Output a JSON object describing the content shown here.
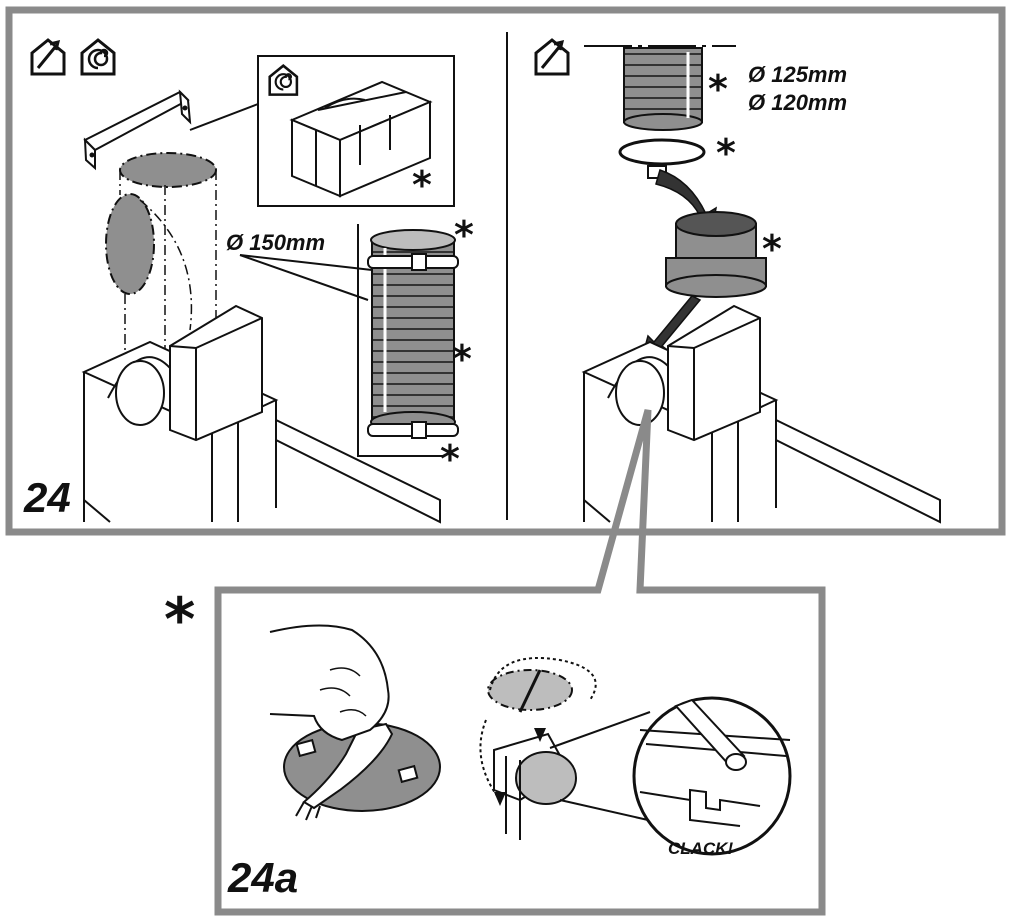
{
  "step_main": "24",
  "step_detail": "24a",
  "duct_large": "Ø 150mm",
  "duct_medium": "Ø 125mm",
  "duct_small": "Ø 120mm",
  "marker": "*",
  "clack_text": "CLACK!",
  "icons": {
    "ducted": "house-outlet-icon",
    "recirculation": "house-recirculation-icon"
  },
  "colors": {
    "frame": "#8a8a8a",
    "fill_grey": "#8f8f8f",
    "fill_light": "#bdbdbd",
    "ink": "#111111"
  }
}
